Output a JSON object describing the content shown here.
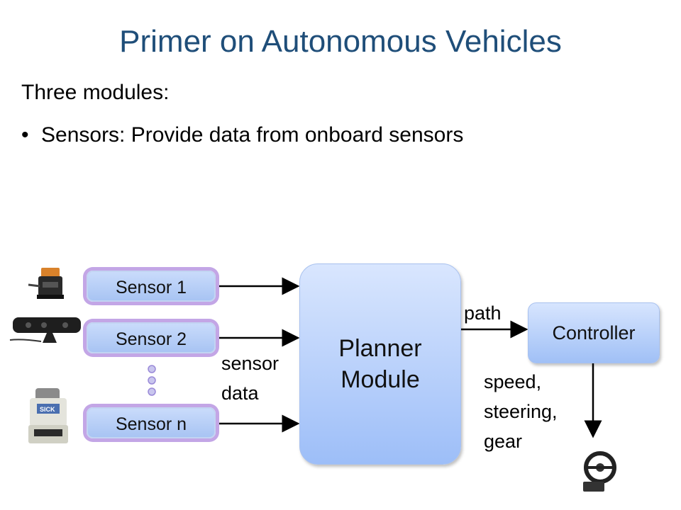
{
  "slide": {
    "title": "Primer on Autonomous Vehicles",
    "subtitle": "Three modules:",
    "bullet_text": "Sensors: Provide data from onboard sensors"
  },
  "diagram": {
    "sensors": [
      "Sensor 1",
      "Sensor 2",
      "Sensor n"
    ],
    "planner_label": "Planner\nModule",
    "controller_label": "Controller",
    "sensor_data_label": "sensor\n data",
    "path_label": "path",
    "outputs_label": "speed,\nsteering,\ngear"
  },
  "icons": [
    "lidar-sensor-icon",
    "kinect-camera-icon",
    "sick-laser-scanner-icon",
    "steering-wheel-icon",
    "ellipsis-dots-icon"
  ]
}
